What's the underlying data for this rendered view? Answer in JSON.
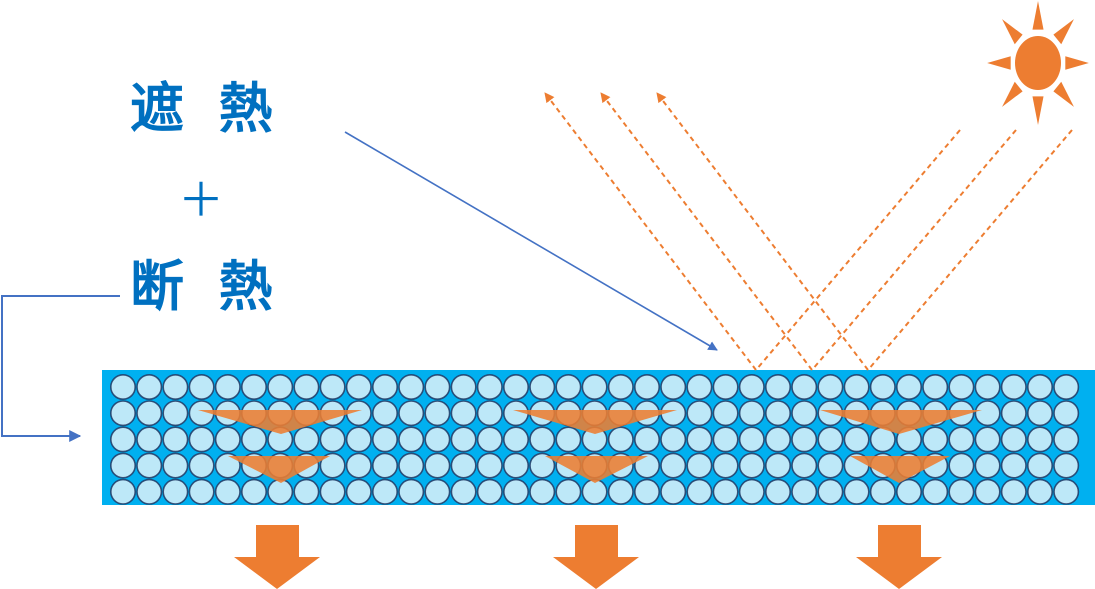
{
  "labels": {
    "heat_shield": "遮 熱",
    "plus": "＋",
    "heat_insulation": "断 熱"
  },
  "colors": {
    "text_blue": "#0070C0",
    "connector_blue": "#4472C4",
    "panel_blue": "#00B0F0",
    "bubble_fill": "#BDE8F8",
    "bubble_stroke": "#203864",
    "orange": "#ED7D31"
  },
  "panel": {
    "bubble_rows": 5,
    "bubble_columns": 37
  },
  "rays": {
    "count": 3,
    "style": "dashed"
  },
  "heat_flow": {
    "triangle_groups": 3,
    "down_arrows": 3
  },
  "icons": {
    "sun": "sun-icon",
    "down_arrow": "down-arrow-icon",
    "reflected_arrow": "reflected-ray-arrow-icon"
  }
}
